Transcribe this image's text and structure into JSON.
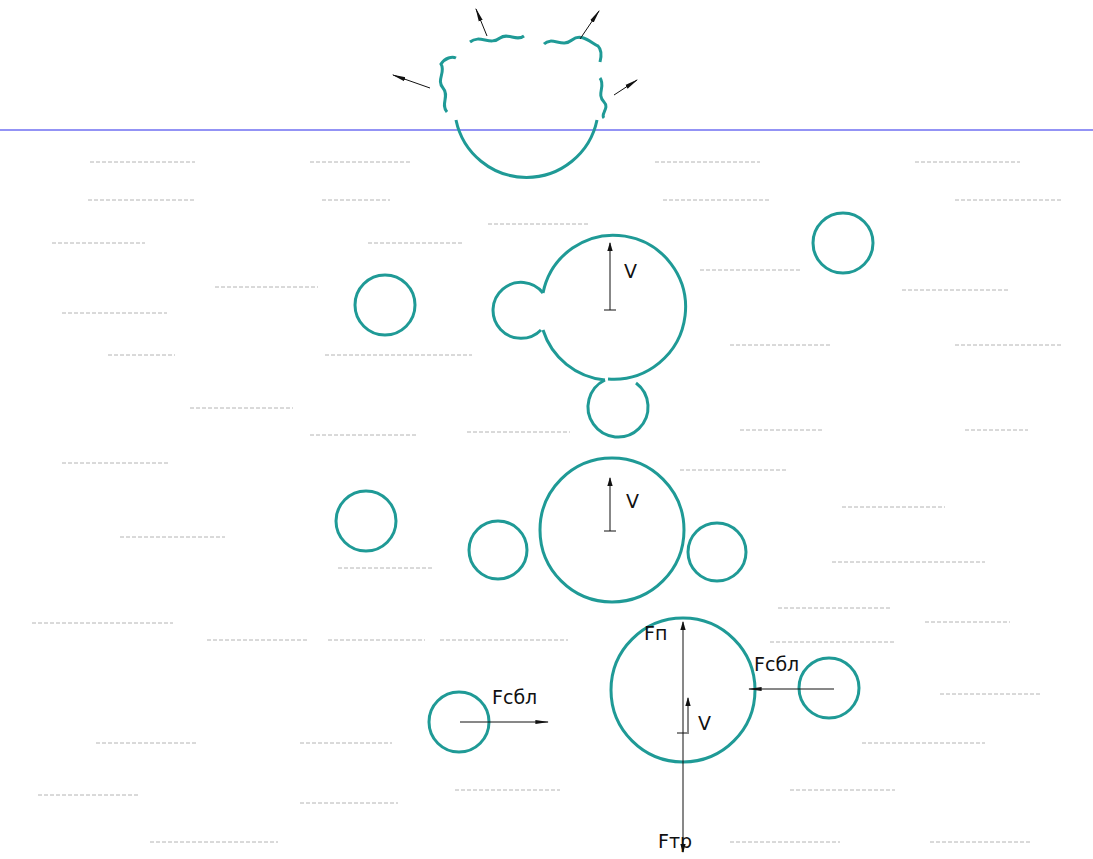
{
  "diagram": {
    "labels": [
      "V",
      "V",
      "V",
      "Fп",
      "Fсбл",
      "Fсбл",
      "Fтр"
    ]
  }
}
